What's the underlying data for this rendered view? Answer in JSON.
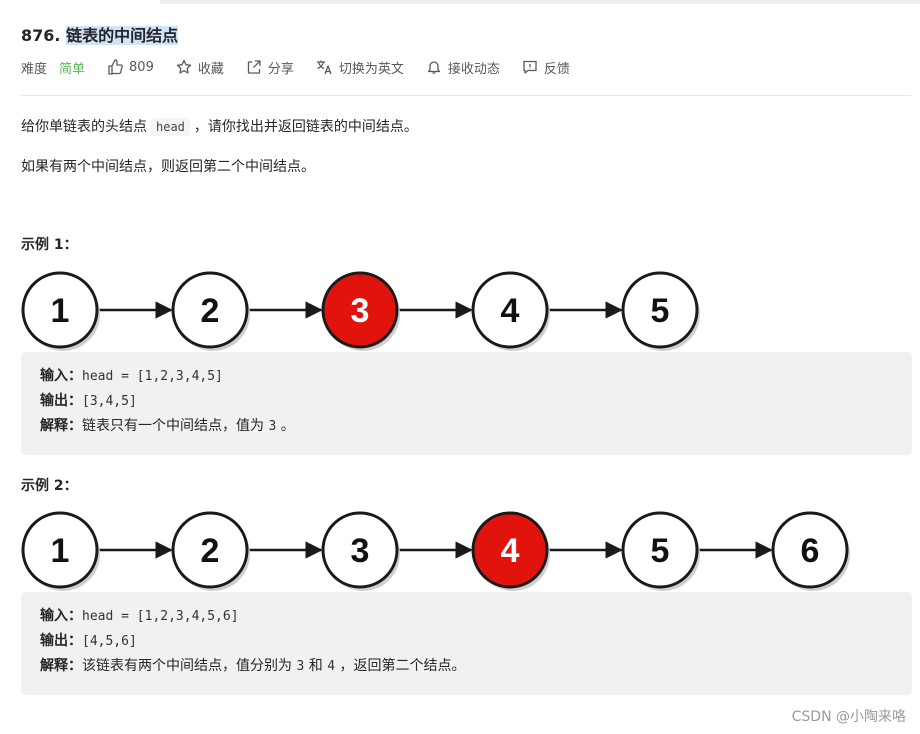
{
  "problem": {
    "number": "876.",
    "title": "链表的中间结点"
  },
  "meta": {
    "difficulty_label": "难度",
    "difficulty_value": "简单",
    "likes": "809",
    "favorite": "收藏",
    "share": "分享",
    "translate": "切换为英文",
    "subscribe": "接收动态",
    "feedback": "反馈"
  },
  "description": {
    "p1_before": "给你单链表的头结点",
    "p1_code": "head",
    "p1_after": "，请你找出并返回链表的中间结点。",
    "p2": "如果有两个中间结点，则返回第二个中间结点。"
  },
  "examples": [
    {
      "title": "示例 1：",
      "nodes": [
        "1",
        "2",
        "3",
        "4",
        "5"
      ],
      "highlight_index": 2,
      "input_label": "输入：",
      "input_value": "head = [1,2,3,4,5]",
      "output_label": "输出：",
      "output_value": "[3,4,5]",
      "explain_label": "解释：",
      "explain_parts": [
        "链表只有一个中间结点，值为",
        "3",
        "。"
      ]
    },
    {
      "title": "示例 2：",
      "nodes": [
        "1",
        "2",
        "3",
        "4",
        "5",
        "6"
      ],
      "highlight_index": 3,
      "input_label": "输入：",
      "input_value": "head = [1,2,3,4,5,6]",
      "output_label": "输出：",
      "output_value": "[4,5,6]",
      "explain_label": "解释：",
      "explain_parts": [
        "该链表有两个中间结点，值分别为",
        "3",
        "和",
        "4",
        "，返回第二个结点。"
      ]
    }
  ],
  "colors": {
    "highlight_fill": "#e0140c",
    "node_fill": "#ffffff",
    "node_stroke": "#1a1a1a",
    "difficulty_easy": "#5cb85c"
  },
  "watermark": "CSDN @小陶来咯"
}
